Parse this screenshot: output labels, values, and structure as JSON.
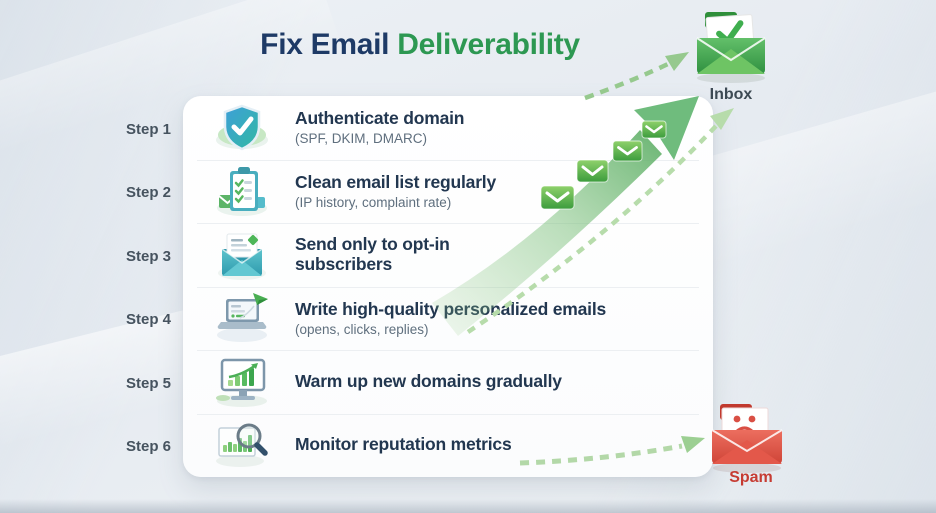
{
  "title": {
    "prefix": "Fix Email",
    "highlight": "Deliverability"
  },
  "steps": [
    {
      "label": "Step 1",
      "heading": "Authenticate domain",
      "subtitle": "(SPF, DKIM, DMARC)",
      "icon": "shield-check-icon"
    },
    {
      "label": "Step 2",
      "heading": "Clean email list regularly",
      "subtitle": "(IP history, complaint rate)",
      "icon": "clipboard-checklist-icon"
    },
    {
      "label": "Step 3",
      "heading": "Send only to opt-in subscribers",
      "subtitle": "",
      "icon": "open-envelope-icon"
    },
    {
      "label": "Step 4",
      "heading": "Write high-quality personalized emails",
      "subtitle": "(opens, clicks, replies)",
      "icon": "laptop-send-icon"
    },
    {
      "label": "Step 5",
      "heading": "Warm up new domains gradually",
      "subtitle": "",
      "icon": "bar-growth-monitor-icon"
    },
    {
      "label": "Step 6",
      "heading": "Monitor reputation metrics",
      "subtitle": "",
      "icon": "magnifier-chart-icon"
    }
  ],
  "destinations": {
    "inbox": {
      "label": "Inbox",
      "color": "#3fae4e"
    },
    "spam": {
      "label": "Spam",
      "color": "#c8372f"
    }
  },
  "colors": {
    "title_primary": "#1e3a66",
    "title_accent": "#2d9852",
    "heading": "#223750",
    "subtitle": "#5f6f7e",
    "step_label": "#46535f",
    "arrow_solid": "#6fbc7d",
    "arrow_dashed": "#a9d69f",
    "card_bg": "#fdfefe"
  }
}
